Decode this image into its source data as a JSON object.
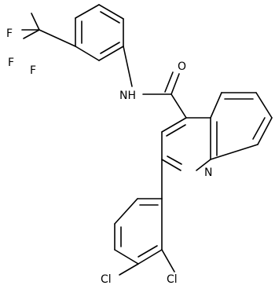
{
  "molecule": {
    "atom_labels": {
      "f1": "F",
      "f2": "F",
      "f3": "F",
      "nh": "NH",
      "o": "O",
      "n": "N",
      "cl1": "Cl",
      "cl2": "Cl"
    },
    "colors": {
      "bond": "#000000",
      "text": "#000000",
      "background": "#ffffff"
    }
  }
}
